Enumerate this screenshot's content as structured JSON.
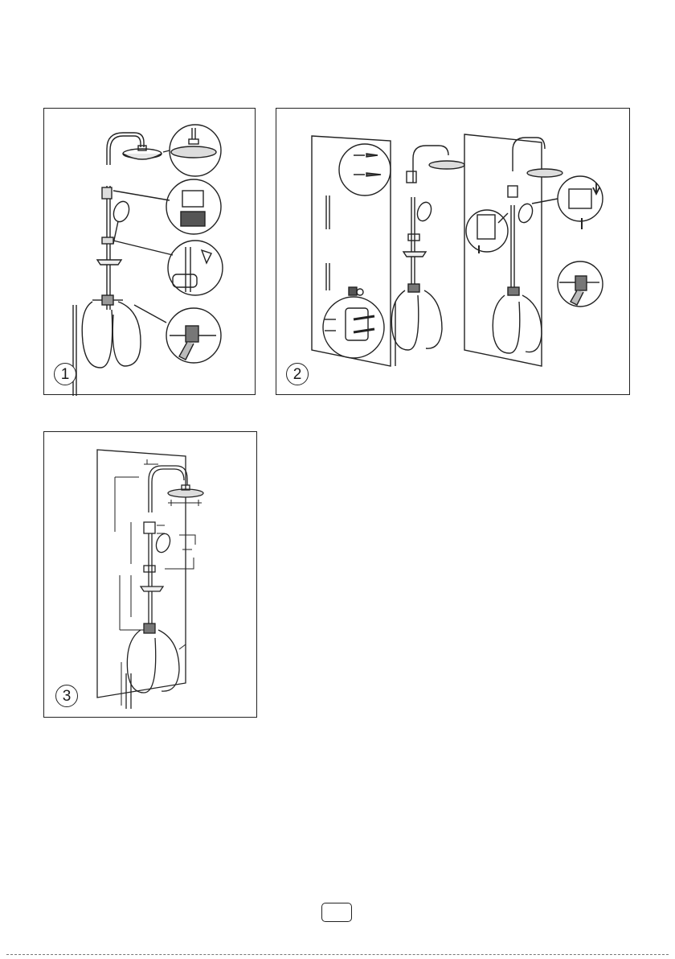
{
  "steps": [
    {
      "number": "1"
    },
    {
      "number": "2"
    },
    {
      "number": "3"
    }
  ],
  "colors": {
    "line": "#222222",
    "fill_dark": "#333333",
    "fill_light": "#f2f2f2"
  }
}
